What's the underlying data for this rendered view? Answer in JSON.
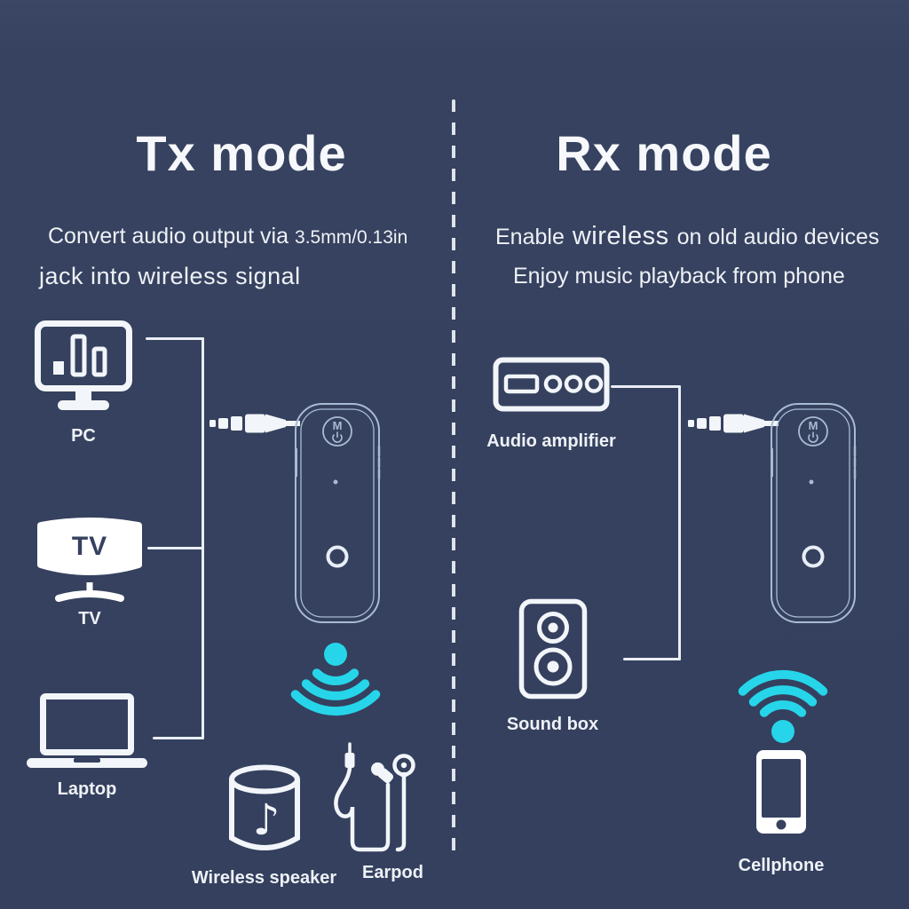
{
  "colors": {
    "background": "#36425f",
    "icon_white": "#f2f5f9",
    "accent_cyan": "#26d5e9",
    "device_outline": "#a9bbd3"
  },
  "left_panel": {
    "title": "Tx mode",
    "subtitle_line1_main": "Convert audio output via",
    "subtitle_line1_small": "3.5mm/0.13in",
    "subtitle_line2": "jack into wireless signal",
    "sources": [
      {
        "label": "PC"
      },
      {
        "label": "TV"
      },
      {
        "label": "Laptop"
      }
    ],
    "device": {
      "mode_button": "M"
    },
    "outputs": [
      {
        "label": "Wireless speaker"
      },
      {
        "label": "Earpod"
      }
    ]
  },
  "right_panel": {
    "title": "Rx mode",
    "subtitle_line1_pre": "Enable",
    "subtitle_line1_em": "wireless",
    "subtitle_line1_post": "on old audio devices",
    "subtitle_line2": "Enjoy music playback from phone",
    "sources": [
      {
        "label": "Audio amplifier"
      },
      {
        "label": "Sound box"
      }
    ],
    "device": {
      "mode_button": "M"
    },
    "outputs": [
      {
        "label": "Cellphone"
      }
    ]
  },
  "tv_screen_text": "TV",
  "music_note": "♪"
}
